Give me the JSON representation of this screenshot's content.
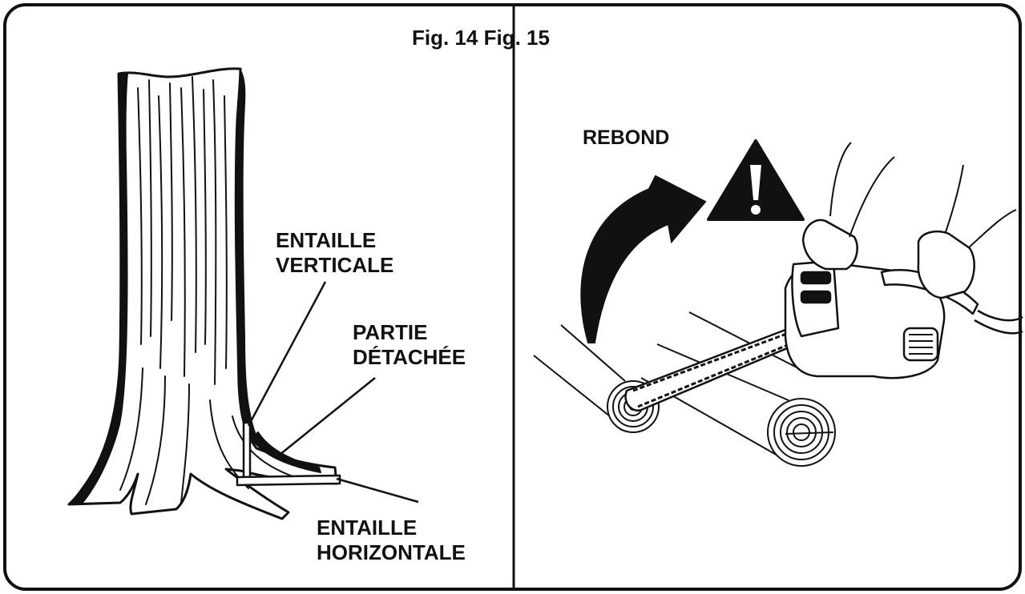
{
  "title": "Fig. 14 Fig. 15",
  "figure14": {
    "labels": {
      "vertical_cut_line1": "ENTAILLE",
      "vertical_cut_line2": "VERTICALE",
      "detached_part_line1": "PARTIE",
      "detached_part_line2": "DÉTACHÉE",
      "horizontal_cut_line1": "ENTAILLE",
      "horizontal_cut_line2": "HORIZONTALE"
    }
  },
  "figure15": {
    "labels": {
      "kickback": "REBOND"
    },
    "icons": [
      "warning-triangle-icon",
      "kickback-arrow-icon"
    ]
  },
  "colors": {
    "ink": "#111111",
    "background": "#ffffff"
  }
}
